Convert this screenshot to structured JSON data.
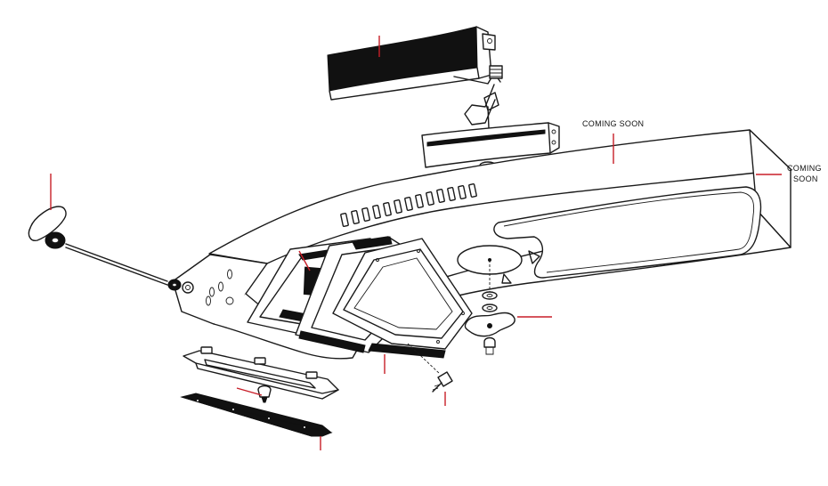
{
  "labels": {
    "coming_soon_top": "COMING SOON",
    "coming_soon_side_line1": "COMING",
    "coming_soon_side_line2": "SOON"
  },
  "colors": {
    "line": "#1a1a1a",
    "callout": "#c81e28",
    "background": "#ffffff"
  }
}
